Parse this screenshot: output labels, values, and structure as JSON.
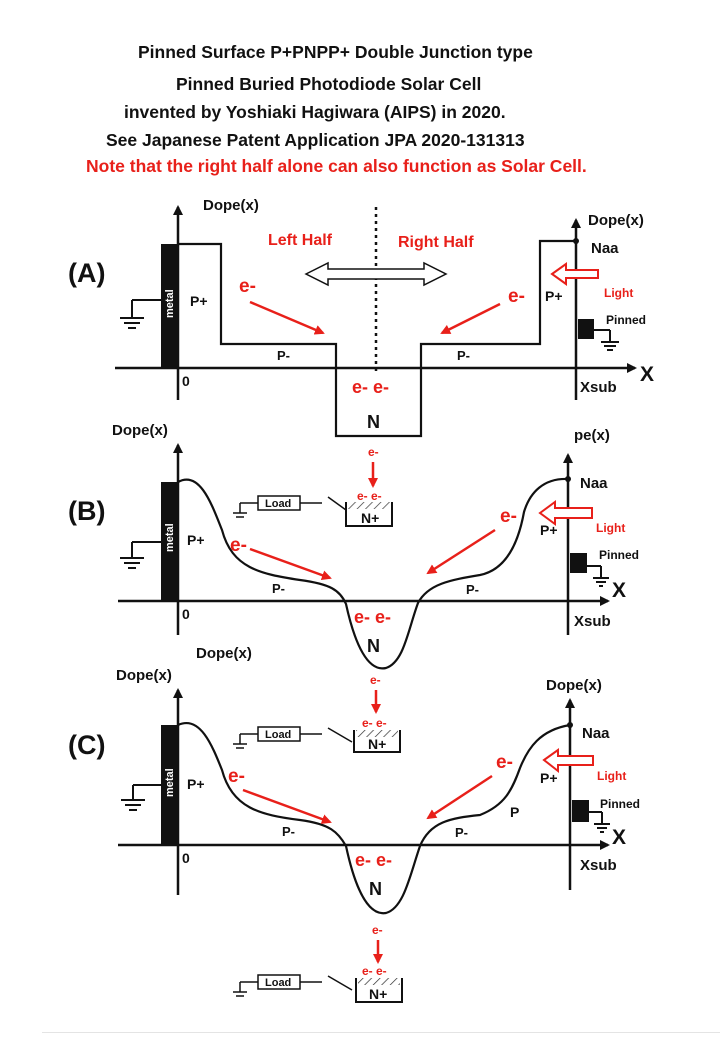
{
  "title": {
    "line1": "Pinned Surface P+PNPP+ Double Junction type",
    "line2": "Pinned Buried Photodiode Solar Cell",
    "line3": "invented by Yoshiaki Hagiwara (AIPS) in 2020.",
    "line4": "See  Japanese Patent Application JPA 2020-131313",
    "note": "Note that the right half alone can also function as Solar Cell."
  },
  "colors": {
    "red": "#e8201a",
    "black": "#111111"
  },
  "panelA": {
    "label": "(A)",
    "left_axis": "Dope(x)",
    "right_axis": "Dope(x)",
    "left_half": "Left Half",
    "right_half": "Right Half",
    "metal": "metal",
    "p_plus_left": "P+",
    "p_plus_right": "P+",
    "p_minus_left": "P-",
    "p_minus_right": "P-",
    "n": "N",
    "e_left": "e-",
    "e_right": "e-",
    "e_center": "e- e-",
    "zero": "0",
    "xsub": "Xsub",
    "x": "X",
    "naa": "Naa",
    "light": "Light",
    "pinned": "Pinned"
  },
  "panelB": {
    "label": "(B)",
    "left_axis": "Dope(x)",
    "right_axis": "pe(x)",
    "metal": "metal",
    "p_plus_left": "P+",
    "p_plus_right": "P+",
    "p_minus_left": "P-",
    "p_minus_right": "P-",
    "n": "N",
    "e_left": "e-",
    "e_right": "e-",
    "e_center": "e- e-",
    "zero": "0",
    "xsub": "Xsub",
    "x": "X",
    "naa": "Naa",
    "light": "Light",
    "pinned": "Pinned",
    "load": "Load",
    "n_plus": "N+",
    "e_top": "e-",
    "e_pair": "e- e-",
    "bottom_axis": "Dope(x)",
    "e_below": "e-"
  },
  "panelC": {
    "label": "(C)",
    "left_axis": "Dope(x)",
    "right_axis": "Dope(x)",
    "metal": "metal",
    "p_plus_left": "P+",
    "p_plus_right": "P+",
    "p_mid": "P",
    "p_minus_left": "P-",
    "p_minus_right": "P-",
    "n": "N",
    "e_left": "e-",
    "e_right": "e-",
    "e_center": "e- e-",
    "zero": "0",
    "xsub": "Xsub",
    "x": "X",
    "naa": "Naa",
    "light": "Light",
    "pinned": "Pinned",
    "load": "Load",
    "n_plus": "N+",
    "e_pair": "e- e-",
    "e_below": "e-",
    "load_bottom": "Load",
    "n_plus_bottom": "N+",
    "e_pair_bottom": "e- e-"
  }
}
